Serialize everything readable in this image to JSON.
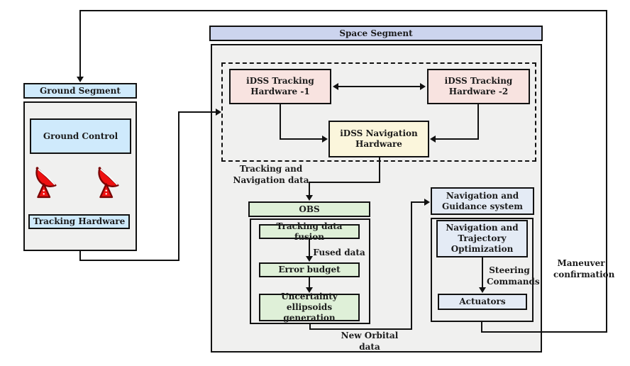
{
  "colors": {
    "panel_gray": "#f0f0ef",
    "sky_blue": "#cfeafc",
    "periwinkle": "#ccd4ee",
    "pink": "#f8e3e0",
    "cream_yellow": "#fbf6dc",
    "light_green": "#dff0d8",
    "steel_blue": "#e4ebf5",
    "line_black": "#111111",
    "dish_red": "#ee1111",
    "dish_dark_red": "#7a0505"
  },
  "ground_segment": {
    "title": "Ground Segment",
    "ground_control": "Ground Control",
    "tracking_hardware": "Tracking Hardware"
  },
  "space_segment": {
    "title": "Space Segment",
    "idss_tracking_1": [
      "iDSS Tracking",
      "Hardware -1"
    ],
    "idss_tracking_2": [
      "iDSS Tracking",
      "Hardware -2"
    ],
    "idss_navigation": [
      "iDSS Navigation",
      "Hardware"
    ],
    "obs": {
      "title": "OBS",
      "tracking_data_fusion": "Tracking data fusion",
      "error_budget": "Error budget",
      "uncertainty_ellipsoids": [
        "Uncertainty ellipsoids",
        "generation"
      ]
    },
    "navigation_guidance": {
      "title": [
        "Navigation and",
        "Guidance system"
      ],
      "nav_trajectory_optimization": [
        "Navigation and",
        "Trajectory",
        "Optimization"
      ],
      "actuators": "Actuators"
    }
  },
  "flow_labels": {
    "tracking_navigation_data": [
      "Tracking and",
      "Navigation data"
    ],
    "fused_data": "Fused data",
    "new_orbital_data": [
      "New Orbital",
      "data"
    ],
    "steering_commands": [
      "Steering",
      "Commands"
    ],
    "maneuver_confirmation": [
      "Maneuver",
      "confirmation"
    ]
  }
}
